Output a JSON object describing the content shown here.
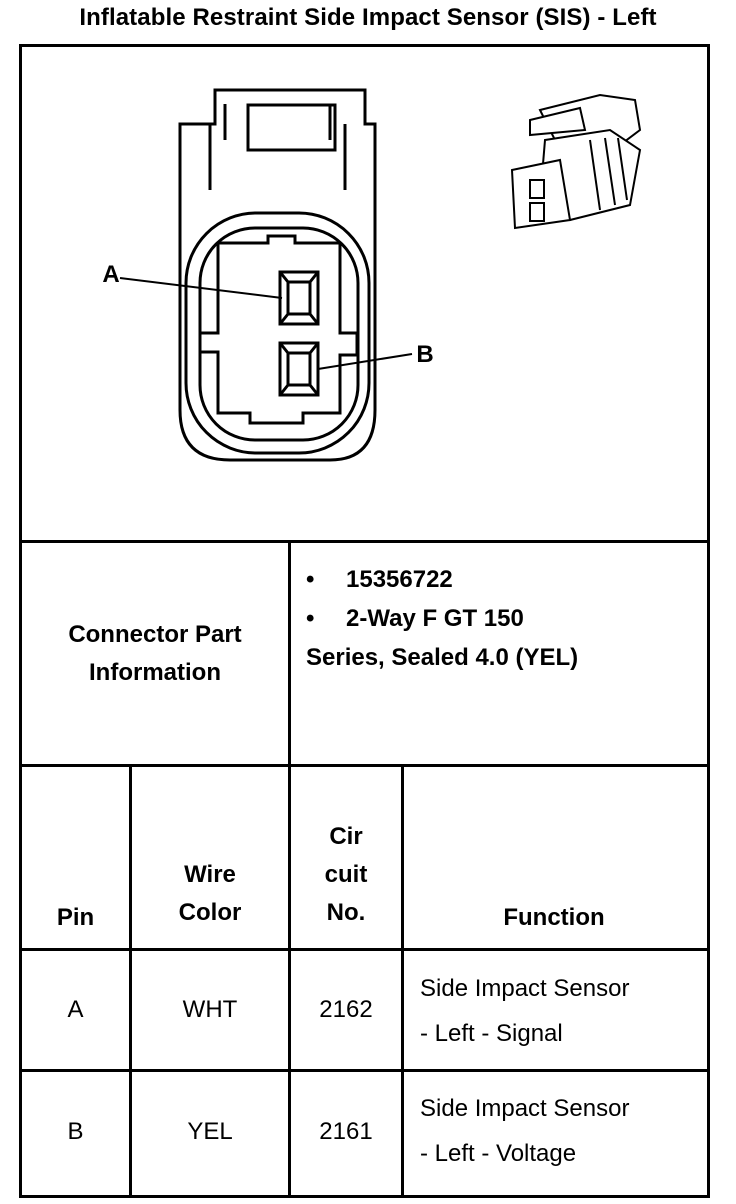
{
  "title": "Inflatable Restraint Side Impact Sensor (SIS) - Left",
  "diagram": {
    "label_a": "A",
    "label_b": "B"
  },
  "connector": {
    "label_line1": "Connector Part",
    "label_line2": "Information",
    "bullet": "•",
    "part_number": "15356722",
    "description_line1": "2-Way F GT 150",
    "description_line2": "Series, Sealed 4.0 (YEL)"
  },
  "table": {
    "headers": {
      "pin": "Pin",
      "wire_color_line1": "Wire",
      "wire_color_line2": "Color",
      "circuit_line1": "Cir",
      "circuit_line2": "cuit",
      "circuit_line3": "No.",
      "function": "Function"
    },
    "rows": [
      {
        "pin": "A",
        "wire_color": "WHT",
        "circuit": "2162",
        "function_line1": "Side Impact Sensor",
        "function_line2": "- Left - Signal"
      },
      {
        "pin": "B",
        "wire_color": "YEL",
        "circuit": "2161",
        "function_line1": "Side Impact Sensor",
        "function_line2": "- Left - Voltage"
      }
    ]
  }
}
